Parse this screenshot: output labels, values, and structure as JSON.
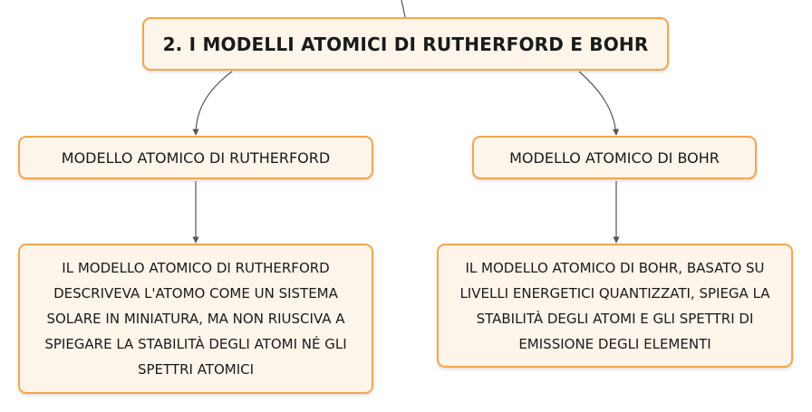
{
  "title": "2. I MODELLI ATOMICI DI RUTHERFORD E BOHR",
  "branches": [
    {
      "label": "MODELLO ATOMICO DI RUTHERFORD",
      "description": "IL MODELLO ATOMICO DI RUTHERFORD DESCRIVEVA L'ATOMO COME UN SISTEMA SOLARE IN MINIATURA, MA NON RIUSCIVA A SPIEGARE LA STABILITÀ DEGLI ATOMI NÉ GLI SPETTRI ATOMICI"
    },
    {
      "label": "MODELLO ATOMICO DI BOHR",
      "description": "IL MODELLO ATOMICO DI BOHR, BASATO SU LIVELLI ENERGETICI QUANTIZZATI, SPIEGA LA STABILITÀ DEGLI ATOMI E GLI SPETTRI DI EMISSIONE DEGLI ELEMENTI"
    }
  ],
  "colors": {
    "node_border": "#f3a64c",
    "node_fill": "#fdf4ea",
    "connector": "#555555"
  }
}
